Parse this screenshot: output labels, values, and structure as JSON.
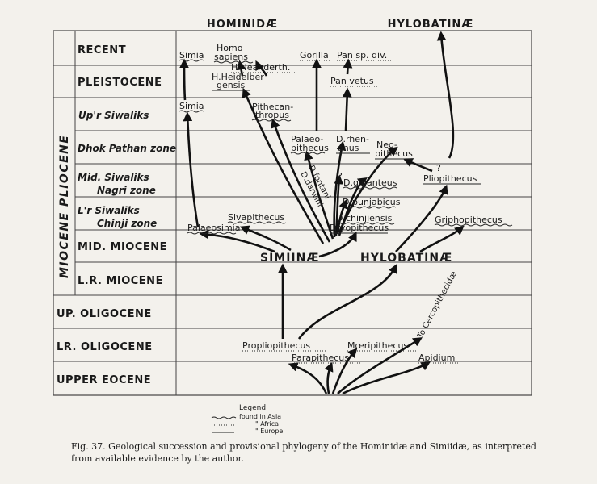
{
  "headers": {
    "hominidae": "HOMINIDÆ",
    "hylobatinae_top": "HYLOBATINÆ"
  },
  "periods": {
    "recent": "RECENT",
    "pleistocene": "PLEISTOCENE",
    "upr_siwaliks": "Up'r Siwaliks",
    "dhok_pathan": "Dhok Pathan zone",
    "mid_siwaliks": "Mid. Siwaliks",
    "nagri_zone": "Nagri zone",
    "lr_siwaliks": "L'r Siwaliks",
    "chinji_zone": "Chinji zone",
    "mid_miocene": "MID. MIOCENE",
    "lr_miocene": "L.R. MIOCENE",
    "up_oligocene": "UP. OLIGOCENE",
    "lr_oligocene": "LR. OLIGOCENE",
    "upper_eocene": "UPPER EOCENE",
    "miocene_pliocene": "MIOCENE PLIOCENE"
  },
  "taxa": {
    "simia_recent": "Simia",
    "homo": "Homo",
    "sapiens": "sapiens",
    "neanderth": "H.Neanderth.",
    "gorilla": "Gorilla",
    "pan_sp": "Pan sp. div.",
    "heidelberg1": "H.Heidelber",
    "heidelberg2": "gensis",
    "pan_vetus": "Pan vetus",
    "simia_upr": "Simia",
    "pithecan1": "Pithecan-",
    "pithecan2": "thropus",
    "palaeo1": "Palaeo-",
    "palaeo2": "pithecus",
    "drhen1": "D.rhen-",
    "drhen2": "anus",
    "neo1": "Neo-",
    "neo2": "pithecus",
    "pliopithecus": "Pliopithecus",
    "dgiganteus": "D.giganteus",
    "dfontani": "D.fontani",
    "ddarwini": "D.darwini",
    "dpunjabicus": "D.punjabicus",
    "dchinjiensis": "D.chinjiensis",
    "dryopithecus": "Dryopithecus",
    "sivapithecus": "Sivapithecus",
    "palaeosimia": "Palaeosimia",
    "griphopithecus": "Griphopithecus",
    "simiinae": "SIMIINÆ",
    "hylobatinae_mid": "HYLOBATINÆ",
    "cercopithecidae": "To Cercopithecidæ",
    "propliopithecus": "Propliopithecus",
    "moeripithecus": "Mœripithecus",
    "parapithecus": "Parapithecus",
    "apidium": "Apidium",
    "q1": "?",
    "q2": "?",
    "q3": "?"
  },
  "legend": {
    "title": "Legend",
    "asia": "found in Asia",
    "africa": "\"   Africa",
    "europe": "\"   Europe"
  },
  "caption": "Fig. 37.   Geological succession and provisional phylogeny of the Hominidæ and Simiidæ, as interpreted from available evidence by the author."
}
